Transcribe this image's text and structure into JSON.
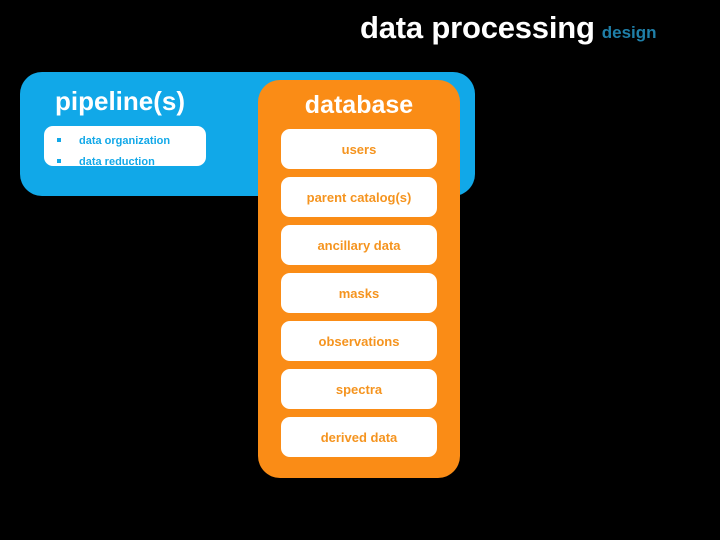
{
  "slide": {
    "background_color": "#000000",
    "title": {
      "main": "data processing",
      "sub": "design"
    }
  },
  "colors": {
    "blue": "#11A8E8",
    "orange": "#FA8C16",
    "orange_text": "#F5941F",
    "title_sub_blue": "#1F7FA8",
    "box_white": "#FFFFFF",
    "background": "#000000"
  },
  "pipeline_panel": {
    "title": "pipeline(s)",
    "bullets": [
      "data organization",
      "data reduction"
    ]
  },
  "database_panel": {
    "title": "database",
    "items": [
      "users",
      "parent catalog(s)",
      "ancillary data",
      "masks",
      "observations",
      "spectra",
      "derived data"
    ]
  }
}
